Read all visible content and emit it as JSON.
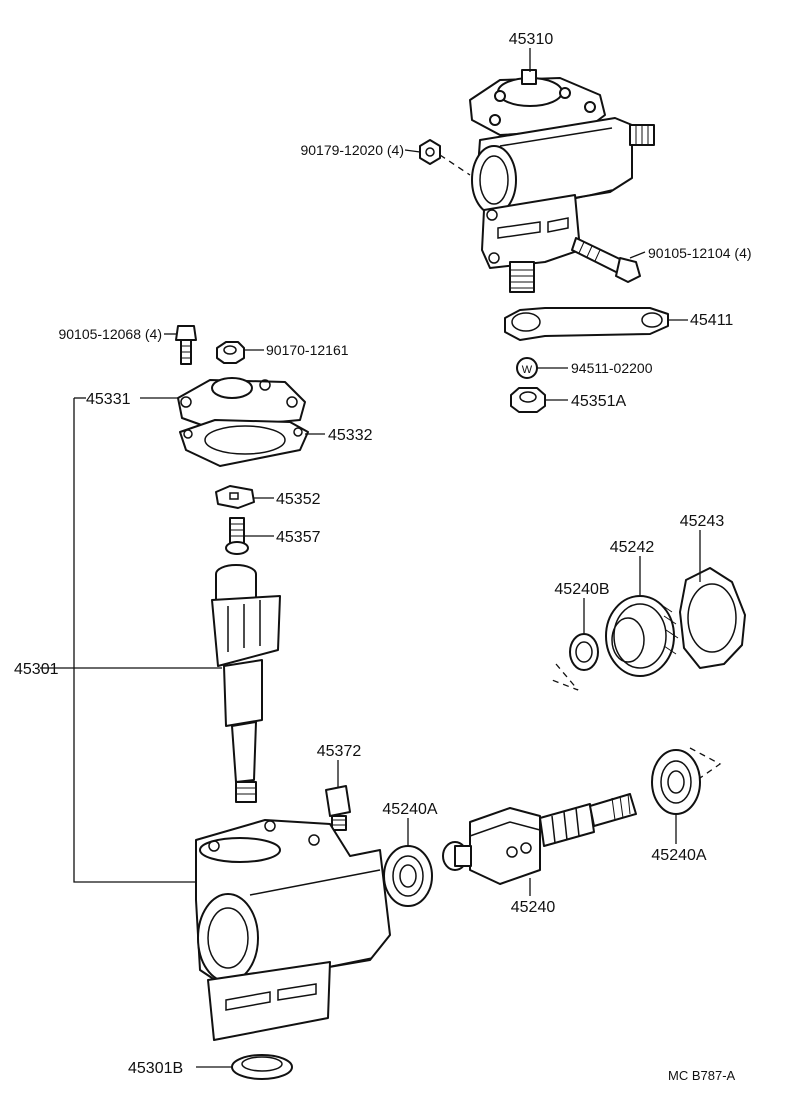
{
  "labels": {
    "p45310": "45310",
    "p90179": "90179-12020 (4)",
    "p90105_12104": "90105-12104 (4)",
    "p45411": "45411",
    "p94511": "94511-02200",
    "p45351A": "45351A",
    "p90105_12068": "90105-12068 (4)",
    "p90170": "90170-12161",
    "p45331": "45331",
    "p45332": "45332",
    "p45352": "45352",
    "p45357": "45357",
    "p45301": "45301",
    "p45372": "45372",
    "p45240A_left": "45240A",
    "p45240": "45240",
    "p45240A_right": "45240A",
    "p45240B": "45240B",
    "p45242": "45242",
    "p45243": "45243",
    "p45301B": "45301B",
    "washer_mark": "W",
    "drawing_code": "MC  B787-A"
  }
}
